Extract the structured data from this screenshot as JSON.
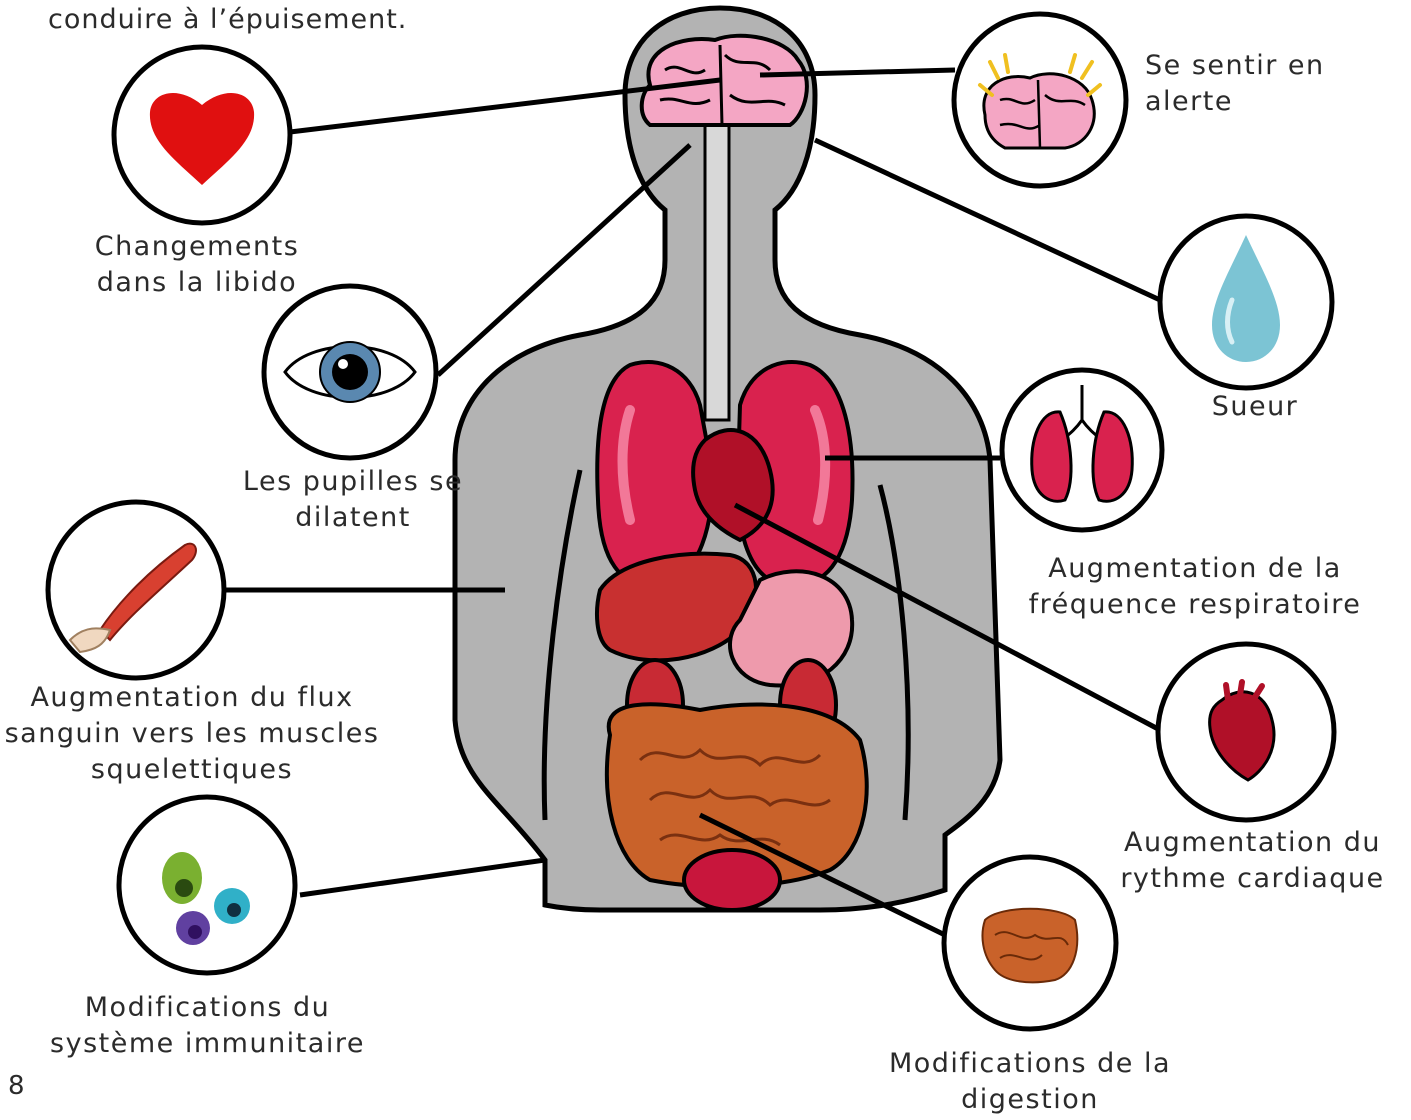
{
  "intro_text": "conduire à l’épuisement.",
  "page_number": "8",
  "labels": {
    "libido": [
      "Changements",
      "dans la libido"
    ],
    "alert": [
      "Se sentir en",
      "alerte"
    ],
    "pupils": [
      "Les pupilles se",
      "dilatent"
    ],
    "sweat": [
      "Sueur"
    ],
    "respiration": [
      "Augmentation de la",
      "fréquence respiratoire"
    ],
    "muscles": [
      "Augmentation du flux",
      "sanguin vers les muscles",
      "squelettiques"
    ],
    "heart_rate": [
      "Augmentation du",
      "rythme cardiaque"
    ],
    "immune": [
      "Modifications du",
      "système immunitaire"
    ],
    "digestion": [
      "Modifications de la",
      "digestion"
    ]
  },
  "icons": [
    "heart-icon",
    "brain-icon",
    "eye-icon",
    "water-drop-icon",
    "lungs-icon",
    "muscle-icon",
    "heart-organ-icon",
    "immune-cells-icon",
    "intestine-icon"
  ],
  "colors": {
    "body": "#b3b3b3",
    "organ_red": "#c8103c",
    "lung_pink": "#e04a6a",
    "intestine": "#c9622a",
    "drop": "#7cc4d4",
    "outline": "#000000"
  }
}
